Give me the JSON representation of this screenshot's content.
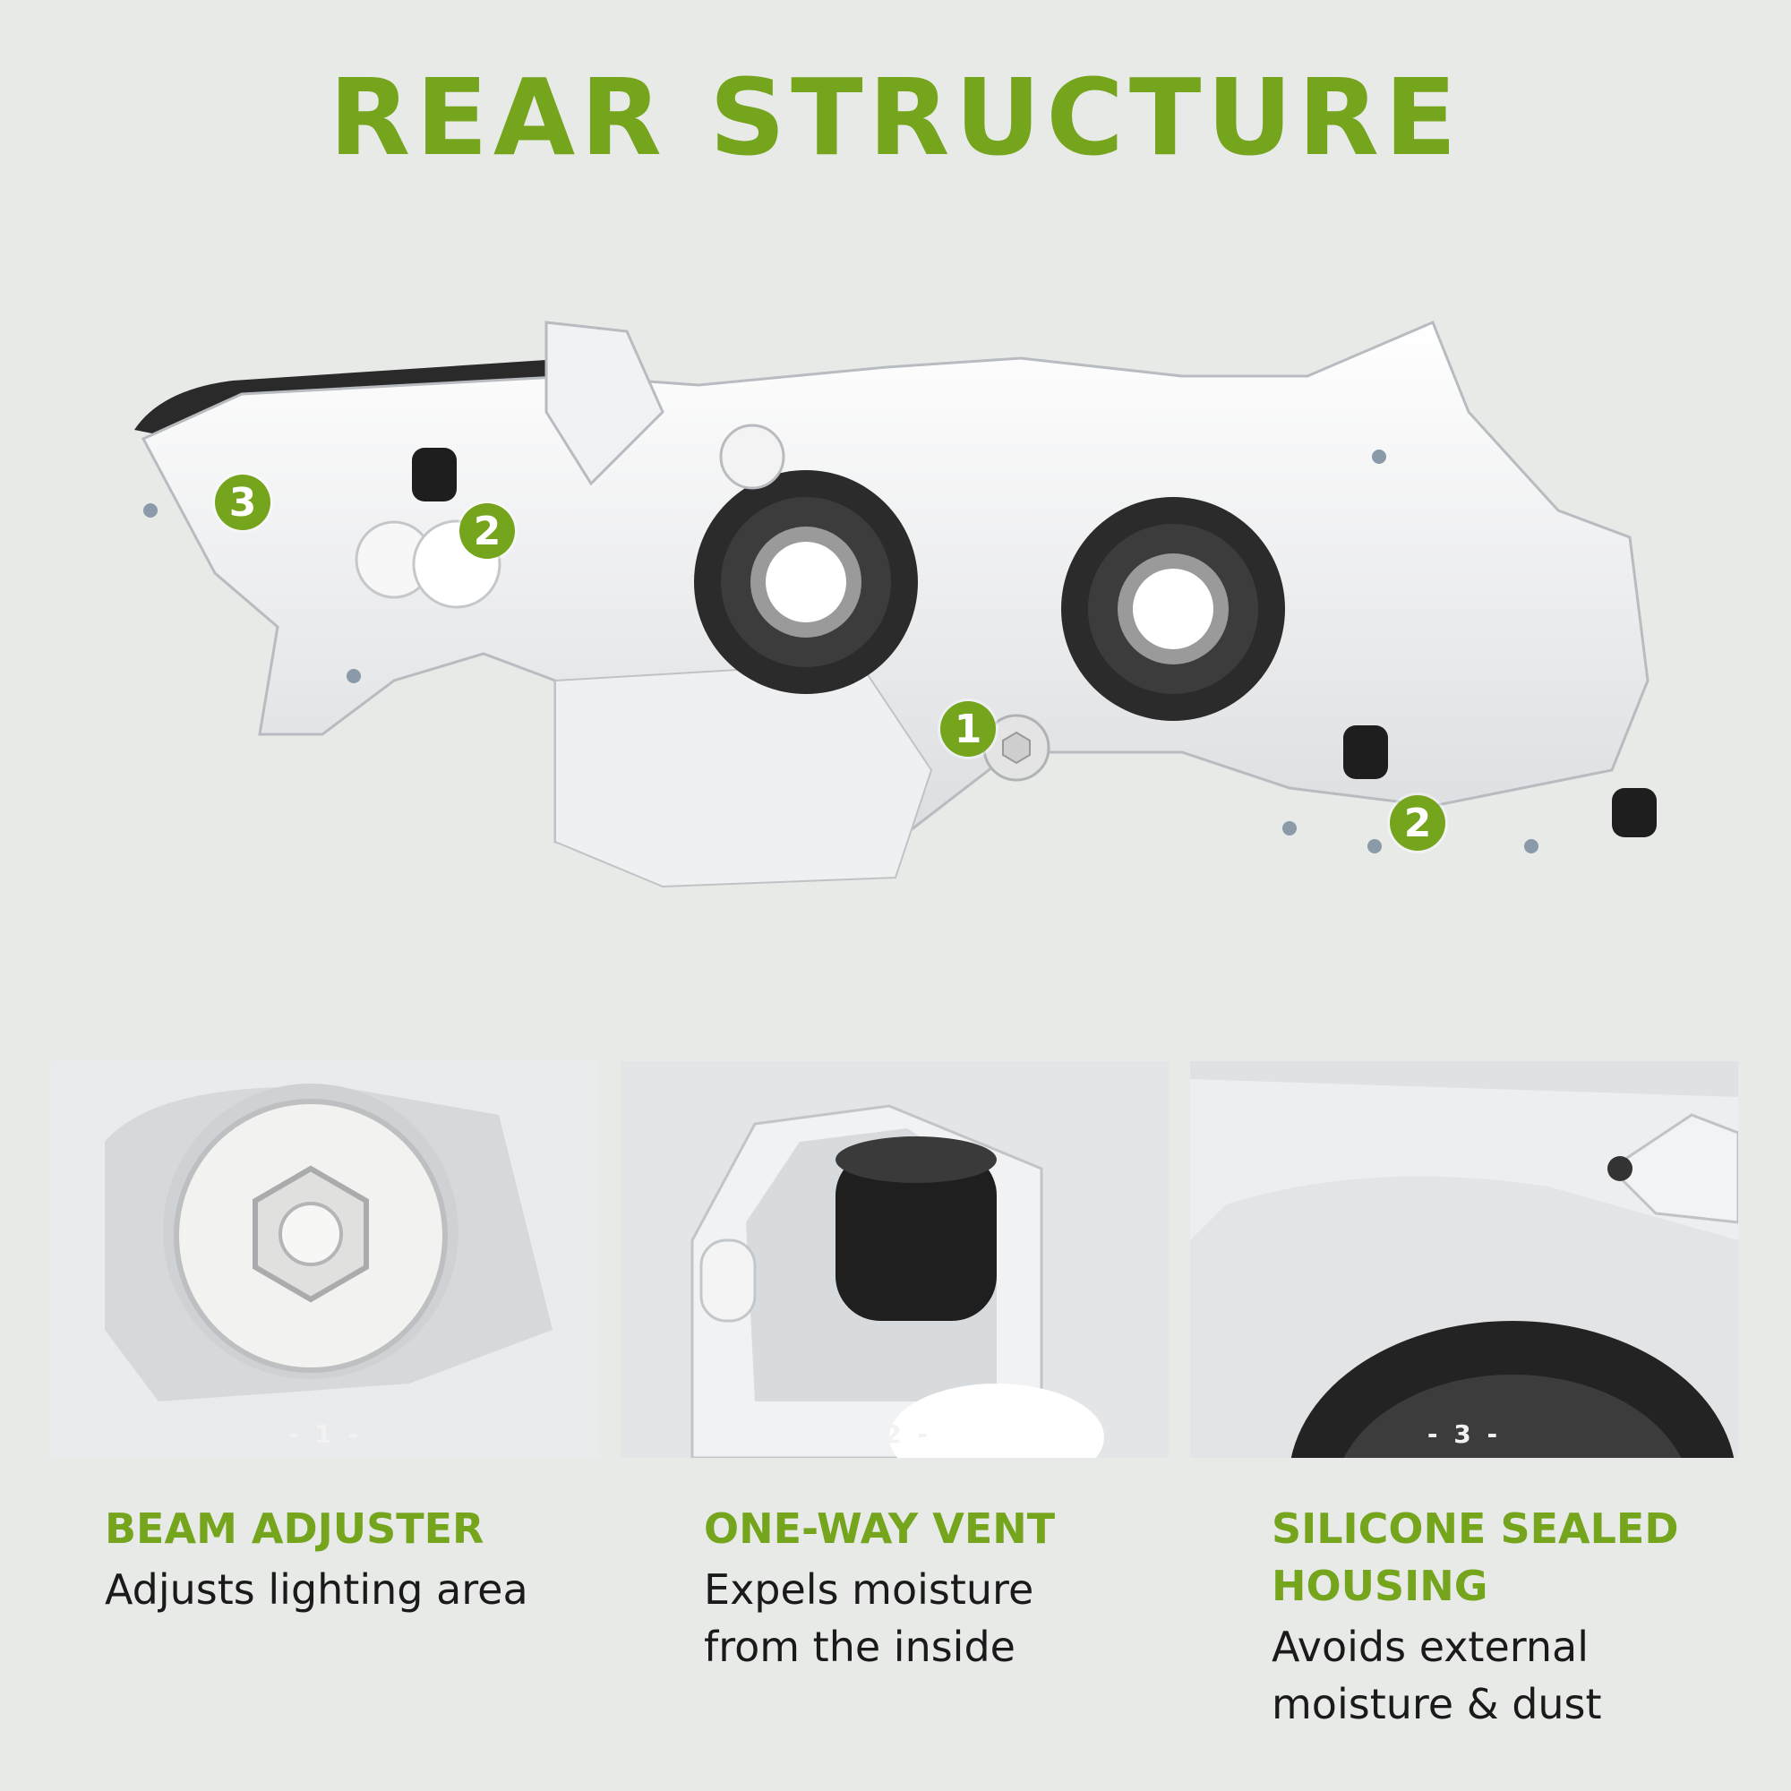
{
  "title": "REAR STRUCTURE",
  "hero_badges": [
    "3",
    "2",
    "1",
    "2"
  ],
  "features": [
    {
      "number": "- 1 -",
      "title": "BEAM ADJUSTER",
      "desc": "Adjusts lighting area"
    },
    {
      "number": "- 2 -",
      "title": "ONE-WAY VENT",
      "desc": "Expels moisture from the inside"
    },
    {
      "number": "- 3 -",
      "title": "SILICONE SEALED HOUSING",
      "desc": "Avoids external moisture & dust"
    }
  ],
  "colors": {
    "accent": "#75a41d",
    "background": "#e8eae8"
  }
}
